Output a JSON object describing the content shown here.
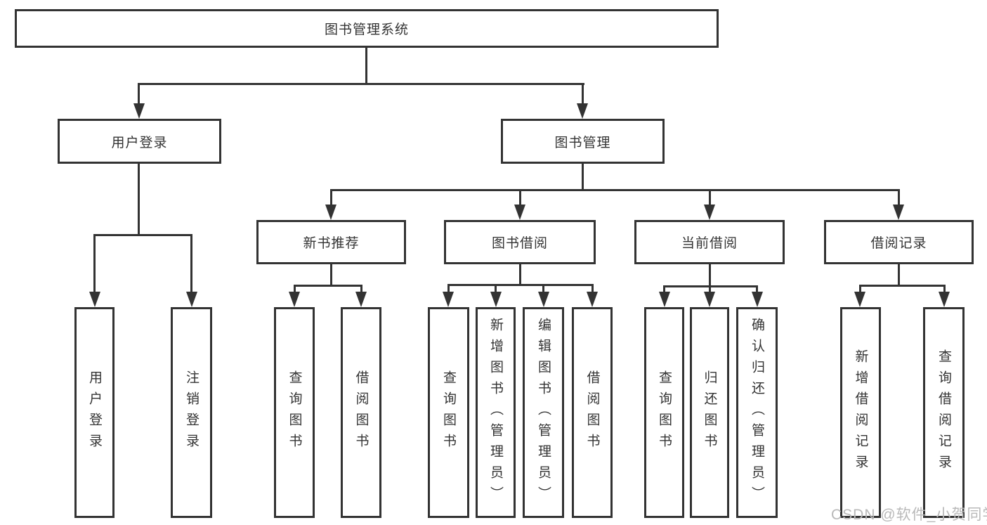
{
  "tree": {
    "root": "图书管理系统",
    "branches": [
      {
        "label": "用户登录",
        "children": [
          "用户登录",
          "注销登录"
        ]
      },
      {
        "label": "图书管理",
        "groups": [
          {
            "label": "新书推荐",
            "children": [
              "查询图书",
              "借阅图书"
            ]
          },
          {
            "label": "图书借阅",
            "children": [
              "查询图书",
              "新增图书（管理员）",
              "编辑图书（管理员）",
              "借阅图书"
            ]
          },
          {
            "label": "当前借阅",
            "children": [
              "查询图书",
              "归还图书",
              "确认归还（管理员）"
            ]
          },
          {
            "label": "借阅记录",
            "children": [
              "新增借阅记录",
              "查询借阅记录"
            ]
          }
        ]
      }
    ]
  },
  "watermark": "CSDN @软件_小贺同学",
  "colors": {
    "line": "#333333",
    "text": "#333333",
    "watermark": "#b9b9b9",
    "background": "#ffffff"
  }
}
